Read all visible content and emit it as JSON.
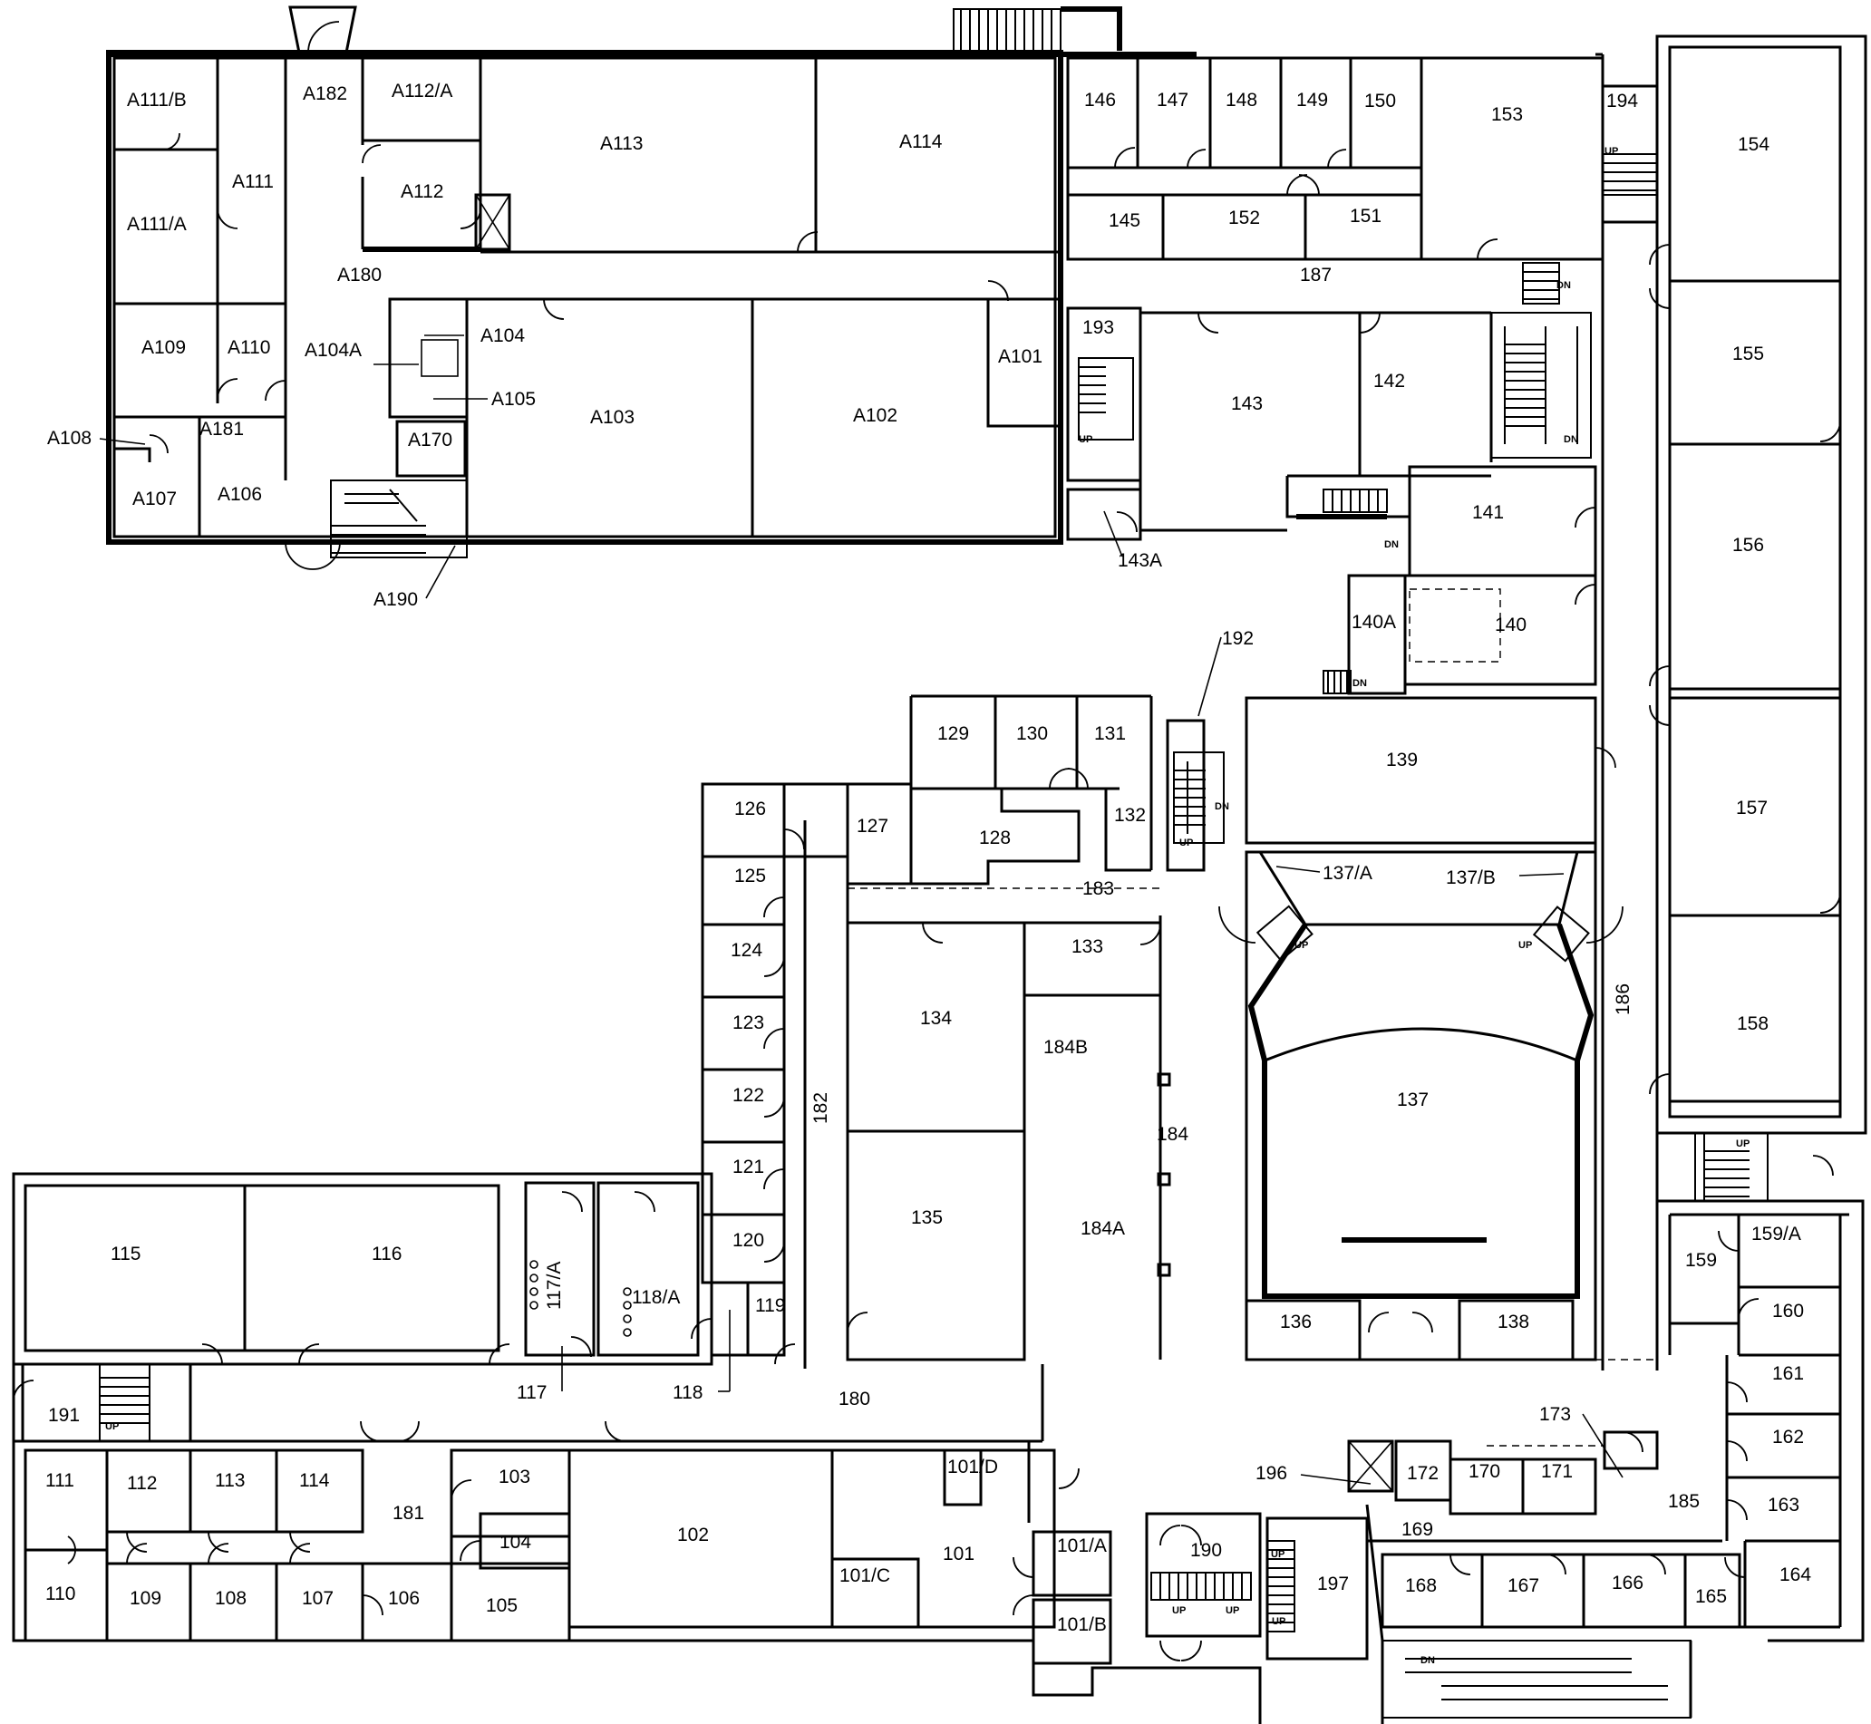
{
  "plan": {
    "rooms": [
      "A111/B",
      "A182",
      "A112/A",
      "A113",
      "A114",
      "A111",
      "A112",
      "A111/A",
      "A180",
      "A104",
      "A104A",
      "A105",
      "A109",
      "A110",
      "A101",
      "A103",
      "A102",
      "A170",
      "A108",
      "A181",
      "A107",
      "A106",
      "A190",
      "146",
      "147",
      "148",
      "149",
      "150",
      "153",
      "194",
      "154",
      "145",
      "152",
      "151",
      "187",
      "193",
      "143",
      "142",
      "155",
      "141",
      "143A",
      "156",
      "140A",
      "140",
      "192",
      "129",
      "130",
      "131",
      "139",
      "126",
      "127",
      "128",
      "132",
      "157",
      "125",
      "183",
      "137/A",
      "137/B",
      "124",
      "133",
      "186",
      "134",
      "123",
      "184B",
      "158",
      "137",
      "122",
      "182",
      "184",
      "121",
      "135",
      "115",
      "116",
      "117/A",
      "184A",
      "159/A",
      "159",
      "120",
      "118/A",
      "119",
      "136",
      "138",
      "160",
      "117",
      "118",
      "180",
      "161",
      "173",
      "191",
      "162",
      "111",
      "112",
      "113",
      "114",
      "103",
      "101/D",
      "196",
      "172",
      "170",
      "171",
      "181",
      "163",
      "104",
      "169",
      "185",
      "102",
      "101/A",
      "190",
      "110",
      "109",
      "108",
      "107",
      "106",
      "105",
      "101",
      "101/C",
      "197",
      "168",
      "167",
      "166",
      "165",
      "164",
      "101/B"
    ],
    "stair_marks": [
      "UP",
      "DN",
      "DN",
      "UP",
      "DN",
      "DN",
      "UP",
      "DN",
      "UP",
      "UP",
      "UP",
      "UP",
      "UP",
      "UP",
      "UP",
      "UP",
      "DN"
    ]
  }
}
